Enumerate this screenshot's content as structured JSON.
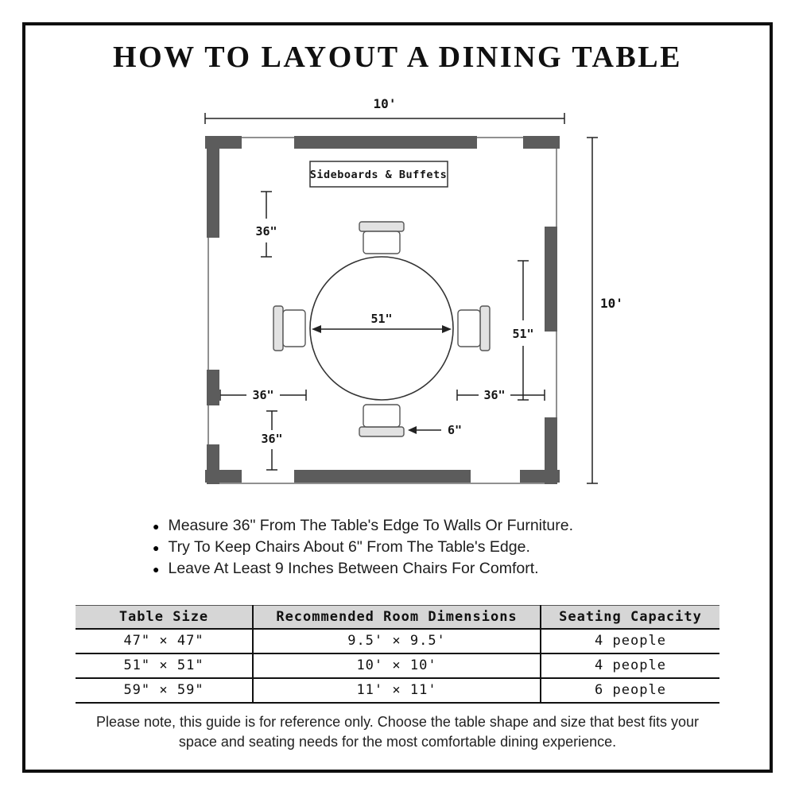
{
  "page": {
    "title": "HOW TO LAYOUT A DINING TABLE",
    "footer_note": "Please note, this guide is for reference only. Choose the table shape and size that best fits your space and seating needs for the most comfortable dining experience."
  },
  "diagram": {
    "room_width": "10'",
    "room_height": "10'",
    "sideboard_label": "Sideboards & Buffets",
    "table_diameter": "51\"",
    "side_clearance": "51\"",
    "clearance_top": "36\"",
    "clearance_left": "36\"",
    "clearance_right": "36\"",
    "clearance_bottom": "36\"",
    "chair_gap": "6\""
  },
  "notes": [
    {
      "bullet": "●",
      "text": "Measure 36\" From The Table's Edge To Walls Or Furniture."
    },
    {
      "bullet": "●",
      "text": "Try To Keep Chairs About 6\" From The Table's Edge."
    },
    {
      "bullet": "●",
      "text": "Leave At Least 9 Inches Between Chairs For Comfort."
    }
  ],
  "spec_table": {
    "headers": [
      "Table Size",
      "Recommended Room Dimensions",
      "Seating Capacity"
    ],
    "rows": [
      [
        "47\" × 47\"",
        "9.5' × 9.5'",
        "4 people"
      ],
      [
        "51\" × 51\"",
        "10' × 10'",
        "4 people"
      ],
      [
        "59\" × 59\"",
        "11' × 11'",
        "6 people"
      ]
    ]
  }
}
